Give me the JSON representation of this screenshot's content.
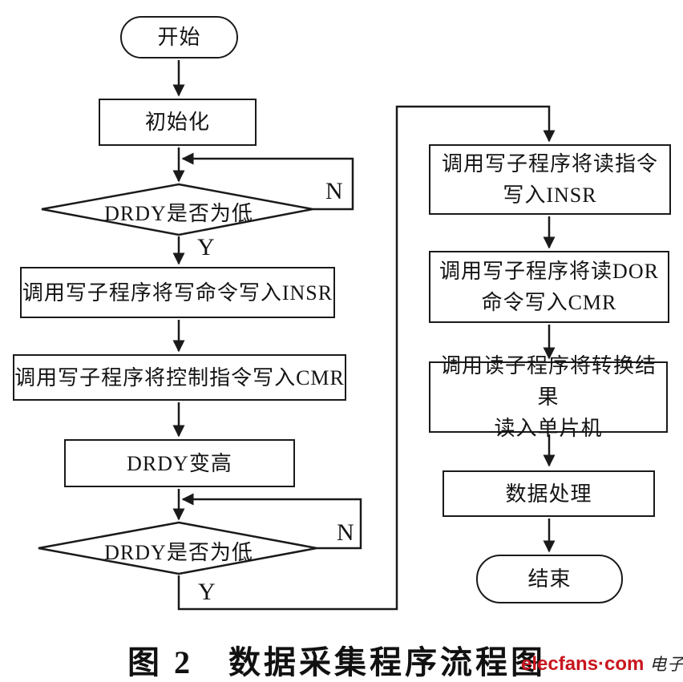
{
  "flowchart": {
    "nodes": {
      "start": {
        "label": "开始"
      },
      "init": {
        "label": "初始化"
      },
      "decision1": {
        "label": "DRDY是否为低"
      },
      "write_insr": {
        "label": "调用写子程序将写命令写入INSR"
      },
      "write_cmr": {
        "label": "调用写子程序将控制指令写入CMR"
      },
      "drdy_high": {
        "label": "DRDY变高"
      },
      "decision2": {
        "label": "DRDY是否为低"
      },
      "read_insr": {
        "lines": [
          "调用写子程序将读指令",
          "写入INSR"
        ]
      },
      "read_dor": {
        "lines": [
          "调用写子程序将读DOR",
          "命令写入CMR"
        ]
      },
      "read_result": {
        "lines": [
          "调用读子程序将转换结果",
          "读入单片机"
        ]
      },
      "data_process": {
        "label": "数据处理"
      },
      "end": {
        "label": "结束"
      }
    },
    "branch_labels": {
      "decision1_no": "N",
      "decision1_yes": "Y",
      "decision2_no": "N",
      "decision2_yes": "Y"
    },
    "caption": "图 2　数据采集程序流程图",
    "watermark": {
      "brand": "elecfans·com",
      "brand_color": "#c8161d",
      "suffix": "电子发烧友"
    }
  }
}
